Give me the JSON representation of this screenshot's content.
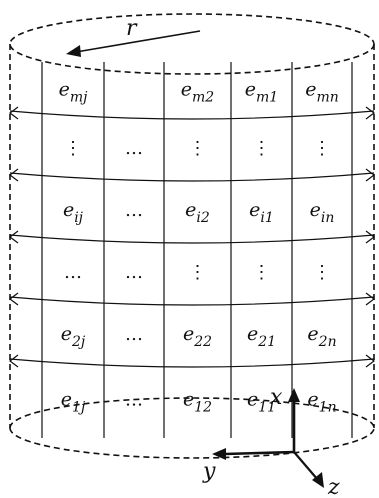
{
  "labels": {
    "r": "r",
    "x": "x",
    "y": "y",
    "z": "z"
  },
  "grid": {
    "rows": [
      [
        "e_mj",
        "",
        "e_m2",
        "e_m1",
        "e_mn"
      ],
      [
        ":",
        "...",
        ":",
        ":",
        ":"
      ],
      [
        "e_ij",
        "...",
        "e_i2",
        "e_i1",
        "e_in"
      ],
      [
        "...",
        "...",
        ":",
        ":",
        ":"
      ],
      [
        "e_2j",
        "...",
        "e_22",
        "e_21",
        "e_2n"
      ],
      [
        "e_1j",
        "...",
        "e_12",
        "e_11",
        "e_1n"
      ]
    ]
  },
  "colors": {
    "line": "#111111",
    "background": "#ffffff"
  }
}
